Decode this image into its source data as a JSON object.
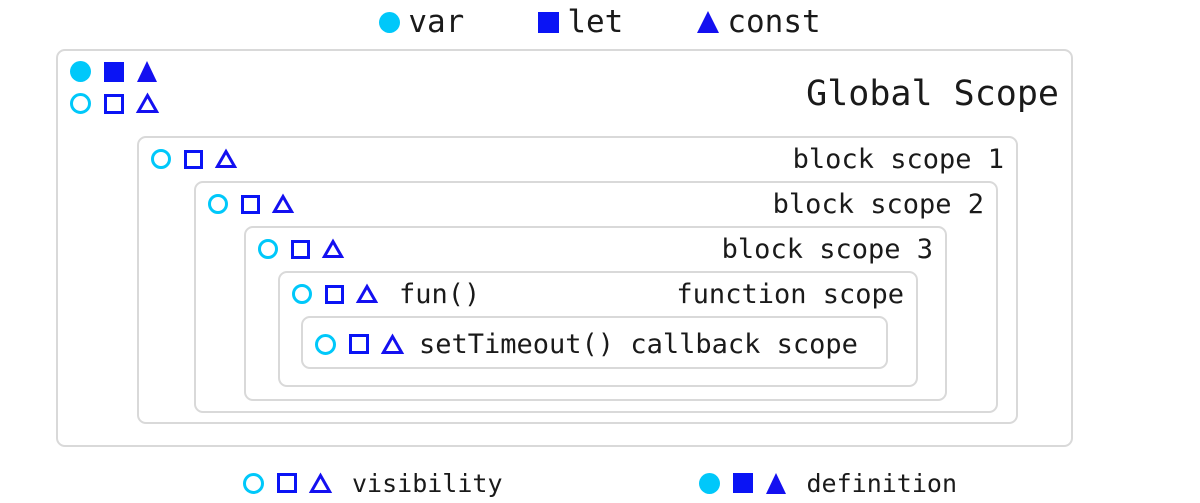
{
  "colors": {
    "var": "#00c8fa",
    "let": "#0a14f5",
    "const": "#1410f0",
    "box_border": "#d9d9d9",
    "text": "#1a1a1a",
    "background": "#ffffff"
  },
  "top_legend": [
    {
      "icon": "filled-circle-icon",
      "shape": "circle",
      "fill": "filled",
      "color_key": "var",
      "label": "var"
    },
    {
      "icon": "filled-square-icon",
      "shape": "square",
      "fill": "filled",
      "color_key": "let",
      "label": "let"
    },
    {
      "icon": "filled-triangle-icon",
      "shape": "triangle",
      "fill": "filled",
      "color_key": "const",
      "label": "const"
    }
  ],
  "scopes": {
    "global": {
      "name": "Global Scope",
      "definitions": [
        "var",
        "let",
        "const"
      ],
      "visibility": [
        "var",
        "let",
        "const"
      ]
    },
    "block1": {
      "name": "block scope 1",
      "visibility": [
        "var",
        "let",
        "const"
      ]
    },
    "block2": {
      "name": "block scope 2",
      "visibility": [
        "var",
        "let",
        "const"
      ]
    },
    "block3": {
      "name": "block scope 3",
      "visibility": [
        "var",
        "let",
        "const"
      ]
    },
    "function": {
      "name": "function scope",
      "call": "fun()",
      "visibility": [
        "var",
        "let",
        "const"
      ]
    },
    "callback": {
      "name": "setTimeout() callback scope",
      "visibility": [
        "var",
        "let",
        "const"
      ]
    }
  },
  "bottom_legend": [
    {
      "label": "visibility",
      "fill": "hollow",
      "icons": [
        "hollow-circle-icon",
        "hollow-square-icon",
        "hollow-triangle-icon"
      ]
    },
    {
      "label": "definition",
      "fill": "filled",
      "icons": [
        "filled-circle-icon",
        "filled-square-icon",
        "filled-triangle-icon"
      ]
    }
  ]
}
